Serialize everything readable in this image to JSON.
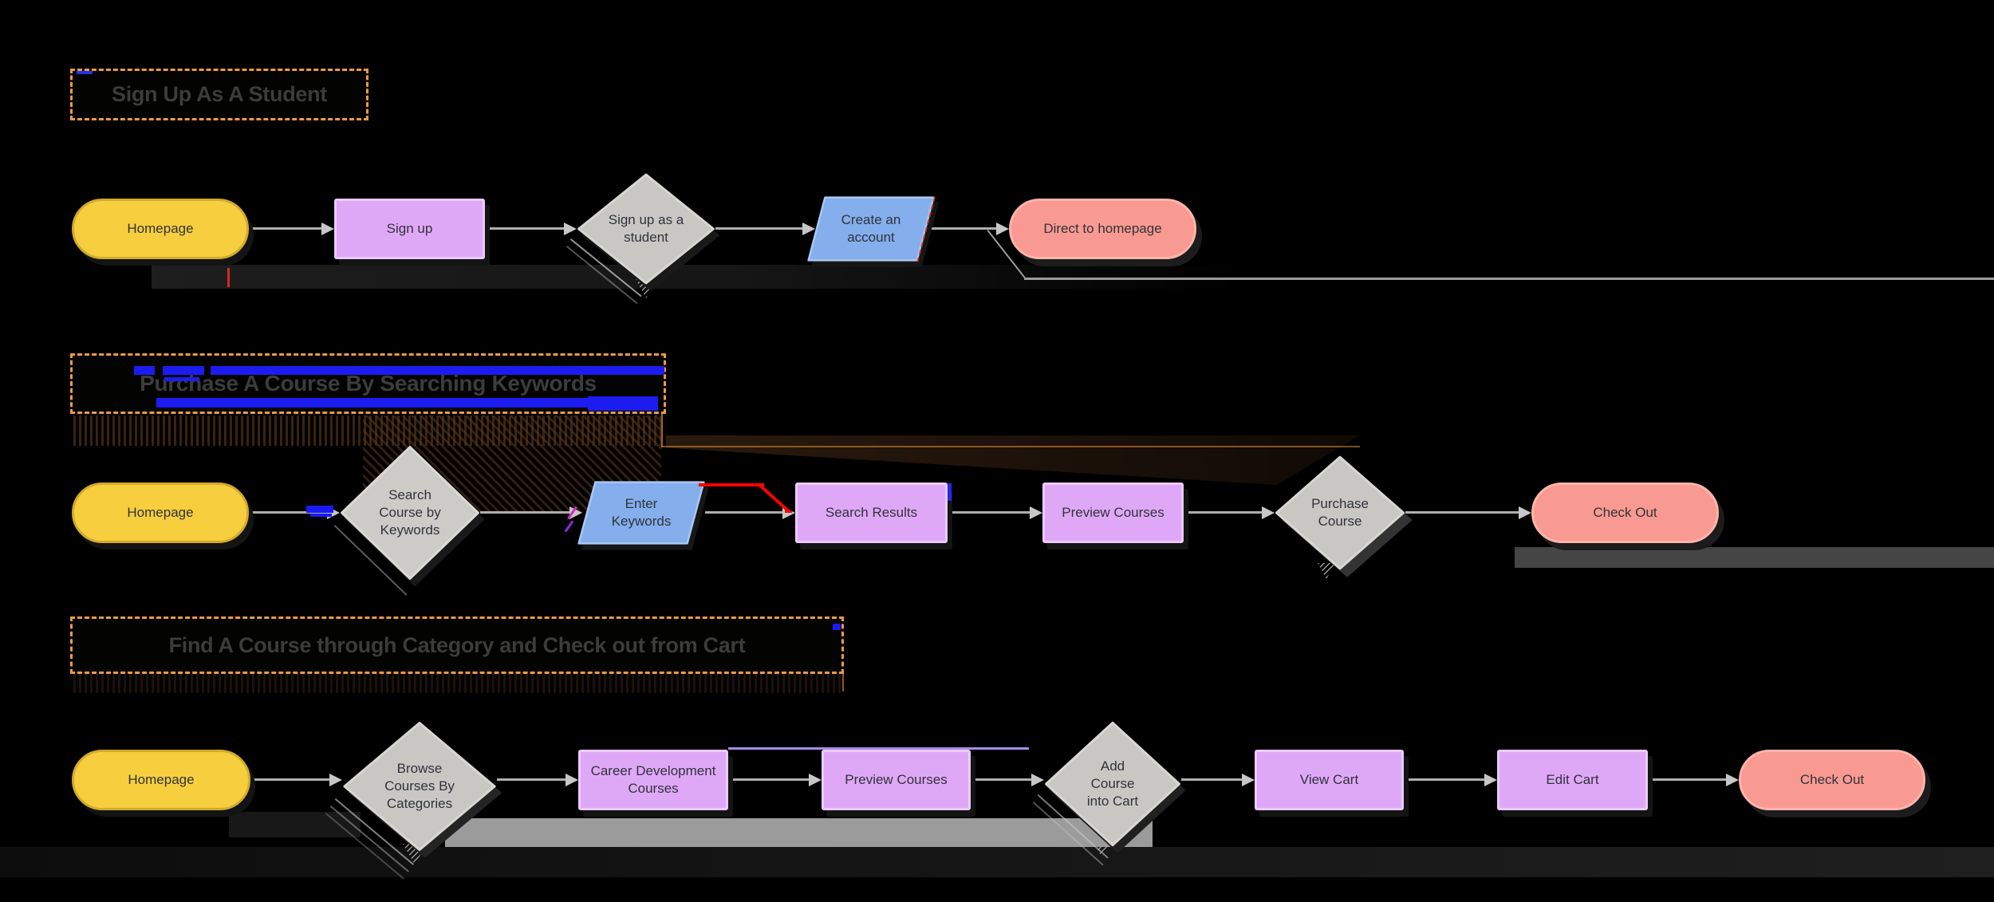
{
  "palette": {
    "background": "#000000",
    "terminator_fill": "#f7cf3e",
    "terminator_stroke": "#d2ab2d",
    "process_fill": "#dfa8f6",
    "process_stroke": "#eccafb",
    "decision_fill": "#c8c7c4",
    "decision_stroke": "#d7d7d3",
    "io_fill": "#84aeec",
    "io_stroke": "#a9c8f3",
    "end_fill": "#f89a91",
    "end_stroke": "#fbb4ab",
    "connector_gray": "#aeaeae",
    "frame_dash_orange": "#ec9a43",
    "title_text": "#3c3c3c",
    "annotation_blue": "#1c1cf0",
    "annotation_red": "#f50400",
    "annotation_purple": "#a58de8",
    "annotation_magenta": "#cc2bcc",
    "shadow_gray": "#9b9b9b"
  },
  "frames": {
    "flow1_title": "Sign Up As A Student",
    "flow2_title": "Purchase A Course By Searching Keywords",
    "flow3_title": "Find A Course through Category and Check out from Cart"
  },
  "flow1": {
    "homepage": "Homepage",
    "sign_up": "Sign up",
    "decision": "Sign up as a student",
    "create_account": "Create an account",
    "direct_to_homepage": "Direct to homepage"
  },
  "flow2": {
    "homepage": "Homepage",
    "decision": "Search Course by Keywords",
    "enter_keywords": "Enter Keywords",
    "search_results": "Search Results",
    "preview_courses": "Preview Courses",
    "purchase_decision": "Purchase Course",
    "check_out": "Check Out"
  },
  "flow3": {
    "homepage": "Homepage",
    "browse_decision": "Browse Courses By Categories",
    "career_courses": "Career Development Courses",
    "preview_courses": "Preview Courses",
    "add_to_cart_decision": "Add Course into Cart",
    "view_cart": "View Cart",
    "edit_cart": "Edit Cart",
    "check_out": "Check Out"
  }
}
